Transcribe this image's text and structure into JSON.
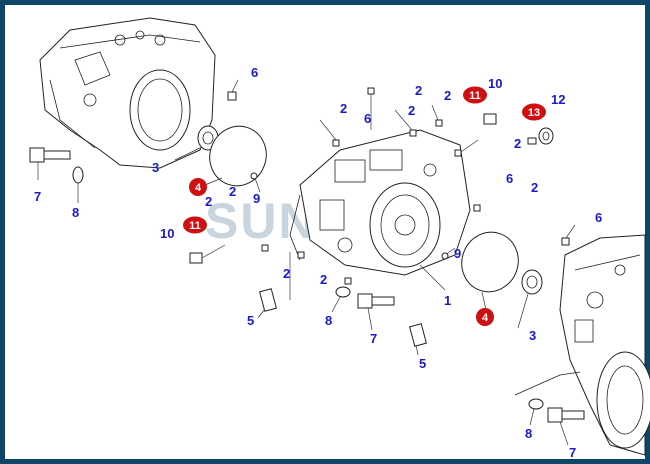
{
  "watermark": "SUNCAR",
  "colors": {
    "frame": "#0f4566",
    "callout": "#1a1acc",
    "badge": "#d01010"
  },
  "callouts": {
    "c6a": "6",
    "c3a": "3",
    "c7a": "7",
    "c8a": "8",
    "c2a": "2",
    "c9a": "9",
    "c2b": "2",
    "c10a": "10",
    "c2c": "2",
    "c6b": "6",
    "c2d": "2",
    "c2e": "2",
    "c2f": "2",
    "c10b": "10",
    "c12": "12",
    "c2g": "2",
    "c6c": "6",
    "c2h": "2",
    "c9b": "9",
    "c1": "1",
    "c2i": "2",
    "c2j": "2",
    "c5a": "5",
    "c8b": "8",
    "c7b": "7",
    "c5b": "5",
    "c3b": "3",
    "c6d": "6",
    "c8c": "8",
    "c7c": "7"
  },
  "badges": {
    "b4a": "4",
    "b11a": "11",
    "b11b": "11",
    "b13": "13",
    "b4b": "4"
  }
}
